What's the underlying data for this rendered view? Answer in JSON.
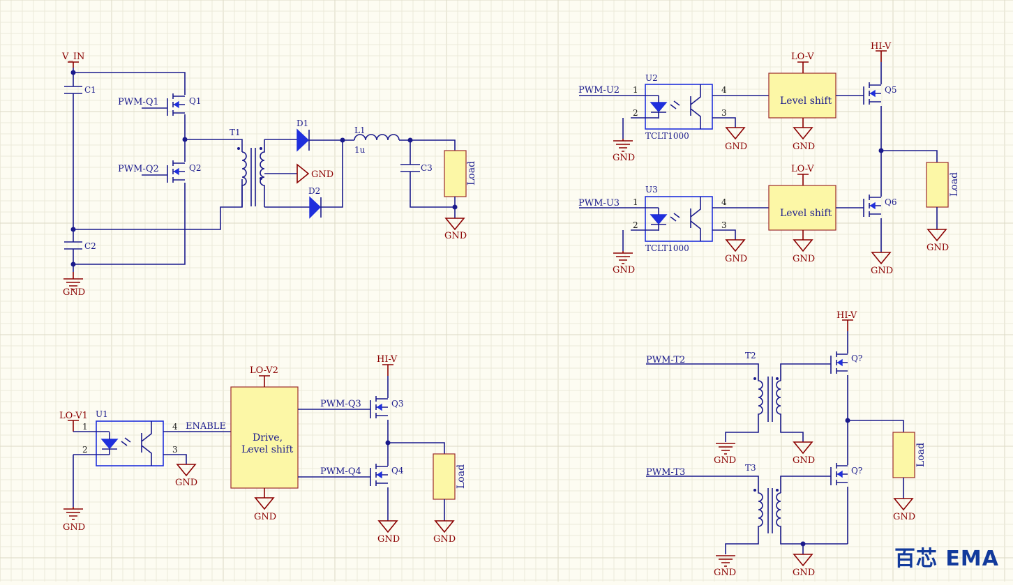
{
  "logo": "百芯 EMA",
  "power": {
    "v_in": "V_IN",
    "gnd": "GND",
    "lo_v": "LO-V",
    "hi_v": "HI-V",
    "lo_v1": "LO-V1",
    "lo_v2": "LO-V2"
  },
  "nets": {
    "pwm_q1": "PWM-Q1",
    "pwm_q2": "PWM-Q2",
    "pwm_q3": "PWM-Q3",
    "pwm_q4": "PWM-Q4",
    "pwm_u2": "PWM-U2",
    "pwm_u3": "PWM-U3",
    "pwm_t2": "PWM-T2",
    "pwm_t3": "PWM-T3",
    "enable": "ENABLE"
  },
  "parts": {
    "c1": "C1",
    "c2": "C2",
    "c3": "C3",
    "q1": "Q1",
    "q2": "Q2",
    "q3": "Q3",
    "q4": "Q4",
    "q5": "Q5",
    "q6": "Q6",
    "q_unk": "Q?",
    "t1": "T1",
    "t2": "T2",
    "t3": "T3",
    "d1": "D1",
    "d2": "D2",
    "l1": "L1",
    "l1_val": "1u",
    "u1": "U1",
    "u2": "U2",
    "u3": "U3",
    "tclt": "TCLT1000",
    "load": "Load"
  },
  "pins": {
    "p1": "1",
    "p2": "2",
    "p3": "3",
    "p4": "4"
  },
  "blocks": {
    "level_shift": "Level shift",
    "drive_line1": "Drive,",
    "drive_line2": "Level shift"
  }
}
